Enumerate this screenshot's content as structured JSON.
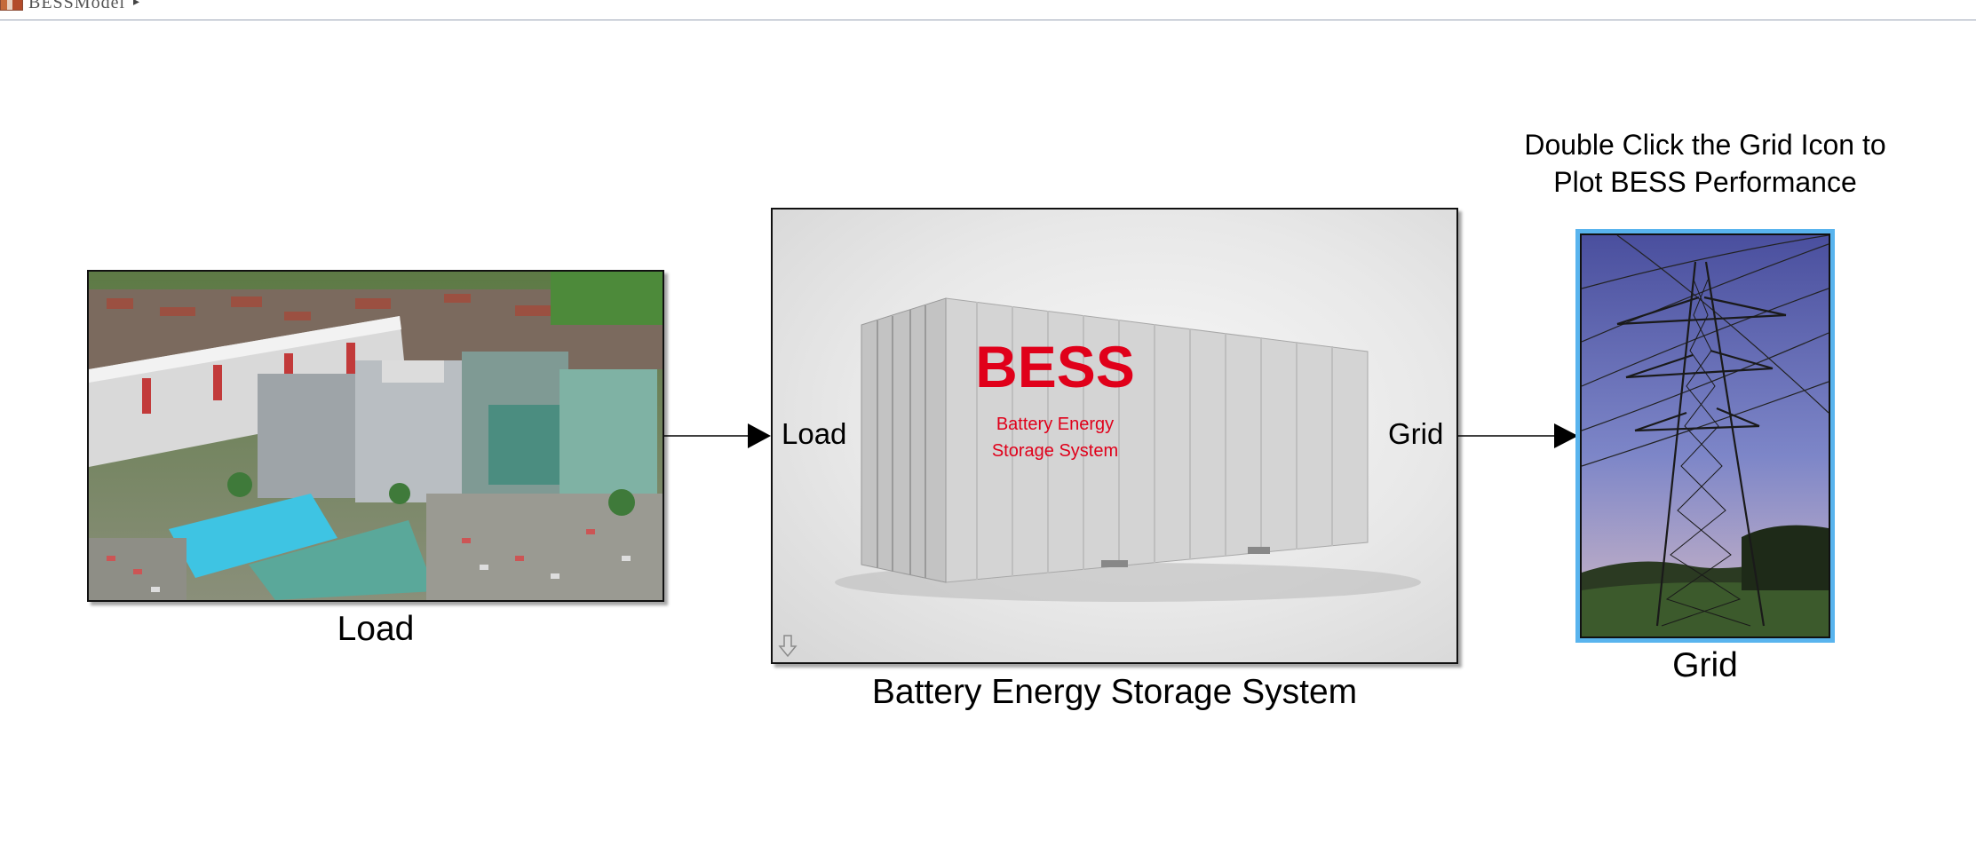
{
  "breadcrumb": {
    "model_name": "BESSModel",
    "arrow": "▸"
  },
  "blocks": {
    "load": {
      "label": "Load"
    },
    "bess": {
      "label": "Battery Energy Storage System",
      "container_title": "BESS",
      "container_subtitle_line1": "Battery Energy",
      "container_subtitle_line2": "Storage System",
      "ports": {
        "input": "Load",
        "output": "Grid"
      }
    },
    "grid": {
      "label": "Grid"
    }
  },
  "annotation": {
    "line1": "Double Click the Grid Icon to",
    "line2": "Plot BESS Performance"
  },
  "colors": {
    "selection_highlight": "#59b4ee",
    "bess_text": "#e0001a"
  },
  "icons": [
    "model-icon",
    "library-link-icon",
    "signal-arrow-icon"
  ]
}
